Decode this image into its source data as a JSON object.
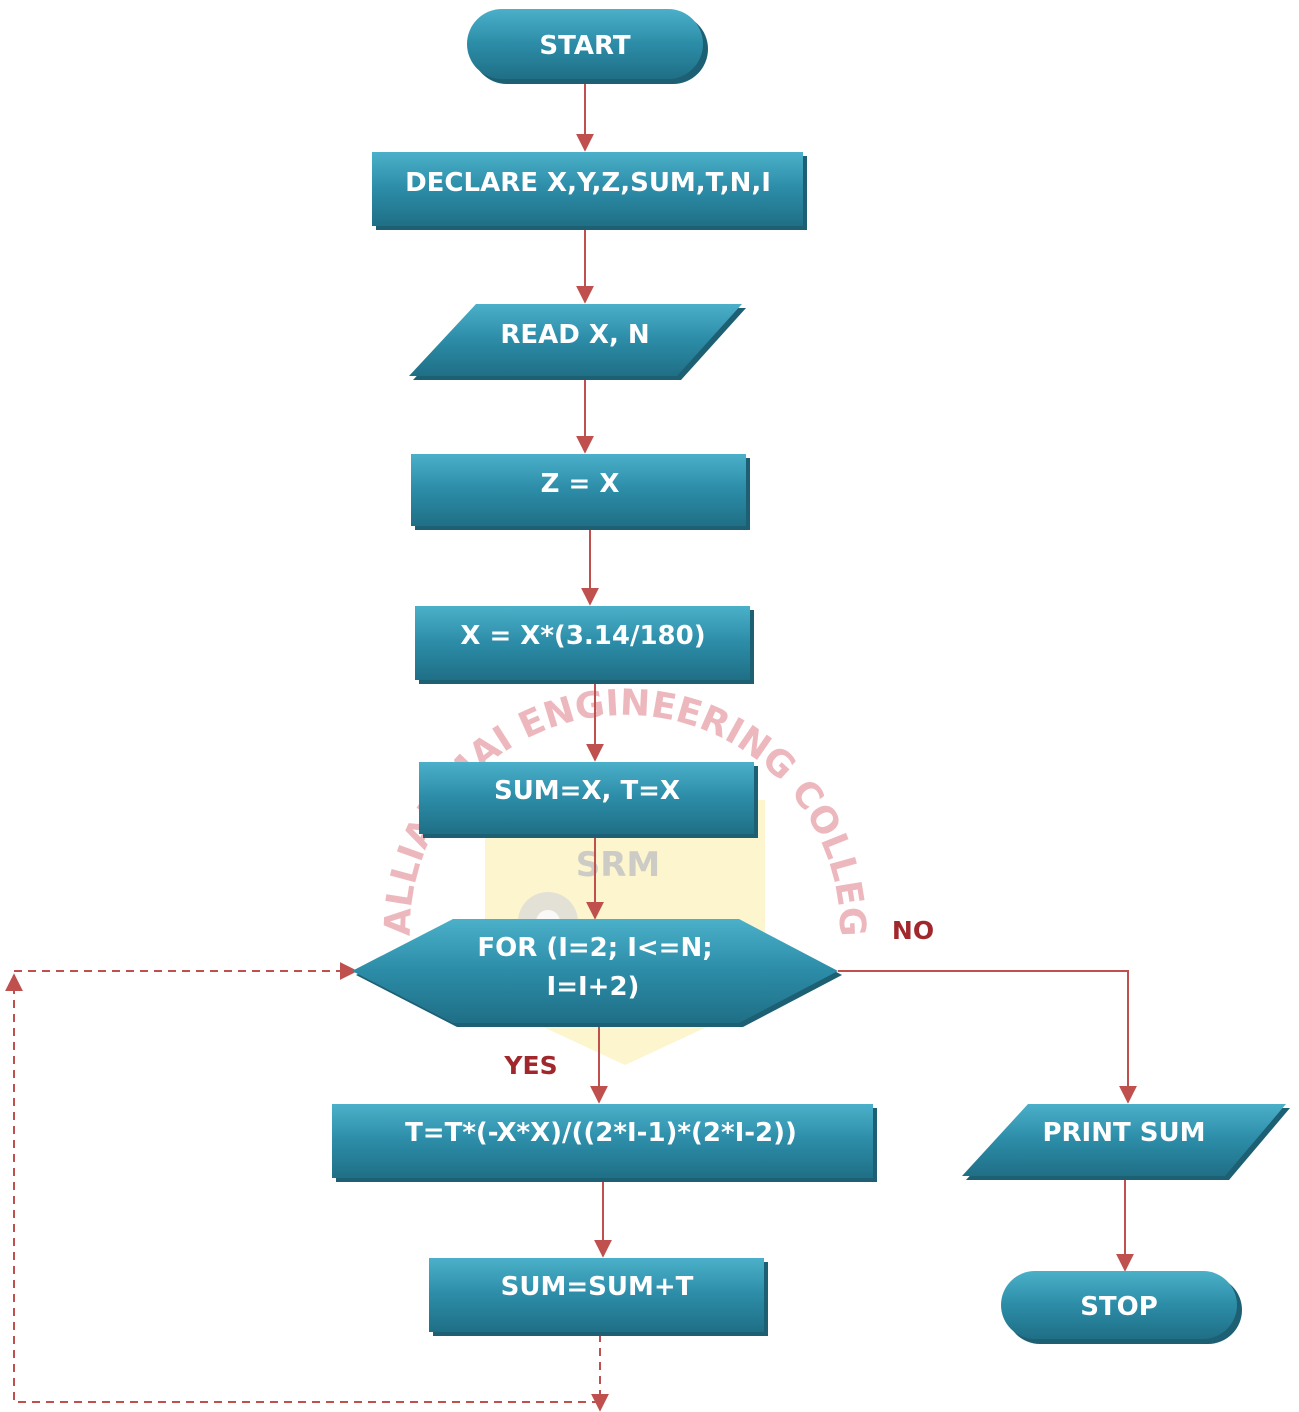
{
  "nodes": {
    "start": "START",
    "declare": "DECLARE X,Y,Z,SUM,T,N,I",
    "read": "READ X, N",
    "z_assign": "Z = X",
    "x_convert": "X = X*(3.14/180)",
    "init": "SUM=X, T=X",
    "loop_line1": "FOR (I=2;  I<=N;",
    "loop_line2": "I=I+2)",
    "term": "T=T*(-X*X)/((2*I-1)*(2*I-2))",
    "accumulate": "SUM=SUM+T",
    "print": "PRINT SUM",
    "stop": "STOP"
  },
  "edge_labels": {
    "no": "NO",
    "yes": "YES"
  },
  "watermark": {
    "arc_text": "VALLIAMMAI ENGINEERING COLLEGE",
    "logo_text": "SRM"
  },
  "colors": {
    "shape_fill": "#2a8aa5",
    "shape_shadow": "#1d5f73",
    "connector": "#c0504d",
    "edge_label": "#a0282c"
  }
}
